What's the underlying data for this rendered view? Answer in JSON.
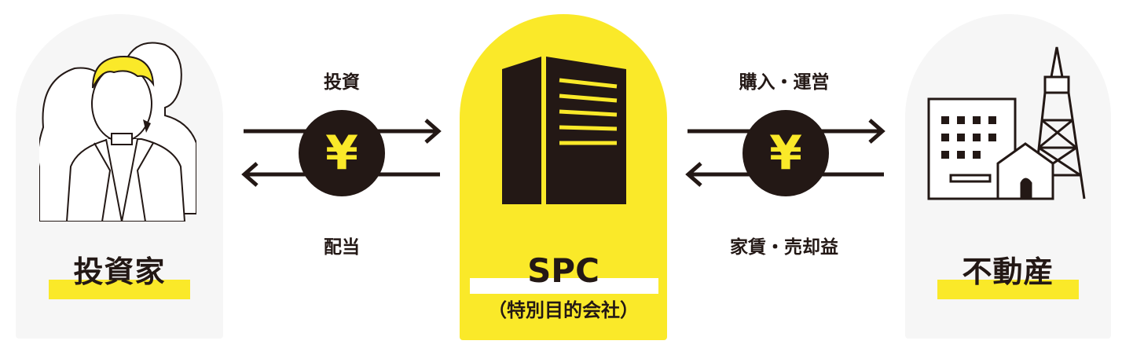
{
  "investor": {
    "label": "投資家",
    "icon": "investors-icon"
  },
  "spc": {
    "title": "SPC",
    "subtitle": "（特別目的会社）",
    "icon": "office-building-icon"
  },
  "realestate": {
    "label": "不動産",
    "icon": "real-estate-icon"
  },
  "flow_left": {
    "top_label": "投資",
    "bottom_label": "配当",
    "coin_symbol": "¥"
  },
  "flow_right": {
    "top_label": "購入・運営",
    "bottom_label": "家賃・売却益",
    "coin_symbol": "¥"
  },
  "colors": {
    "accent": "#fae929",
    "dark": "#231815",
    "panel": "#f6f6f6"
  }
}
